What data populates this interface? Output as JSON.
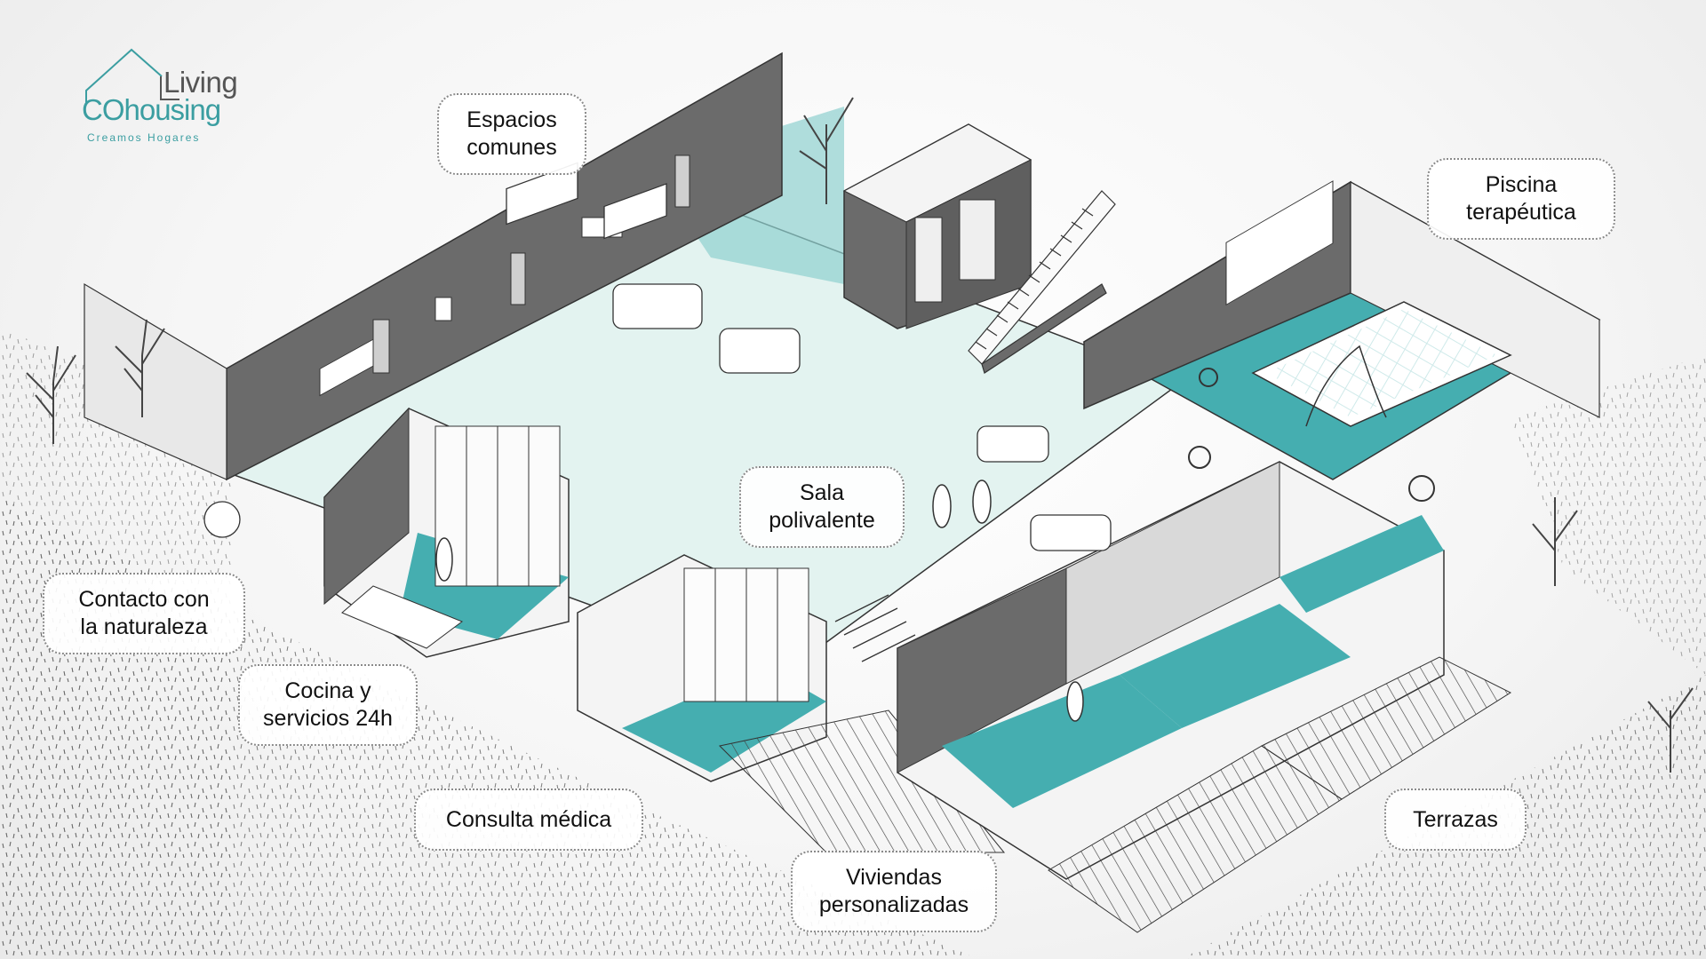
{
  "logo": {
    "line1": "Living",
    "line2_prefix": "CO",
    "line2_rest": "housing",
    "tagline": "Creamos Hogares"
  },
  "labels": {
    "espacios_comunes": "Espacios\ncomunes",
    "piscina": "Piscina\nterapéutica",
    "sala": "Sala\npolivalente",
    "contacto": "Contacto con\nla naturaleza",
    "cocina": "Cocina y\nservicios 24h",
    "consulta": "Consulta médica",
    "viviendas": "Viviendas\npersonalizadas",
    "terrazas": "Terrazas"
  },
  "colors": {
    "teal": "#45aeb0",
    "mint": "#e3f3f0",
    "wall": "#6b6b6b",
    "line": "#2b2b2b"
  }
}
